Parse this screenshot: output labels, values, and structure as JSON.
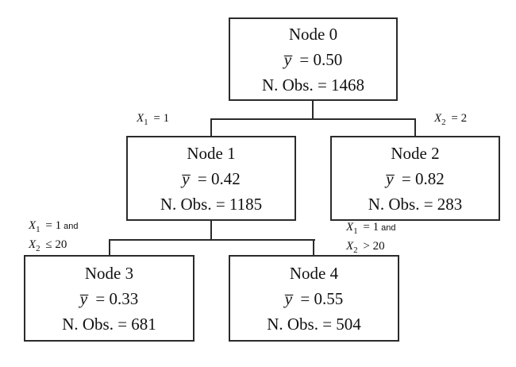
{
  "figure": {
    "type": "decision-tree",
    "background_color": "#ffffff",
    "line_color": "#2b2b2b",
    "text_color": "#111111"
  },
  "nodes": [
    {
      "title": "Node 0",
      "mean_symbol": "y̅",
      "mean_value": "= 0.50",
      "obs": "N. Obs. = 1468"
    },
    {
      "title": "Node 1",
      "mean_symbol": "y̅",
      "mean_value": "= 0.42",
      "obs": "N. Obs. = 1185"
    },
    {
      "title": "Node 2",
      "mean_symbol": "y̅",
      "mean_value": "= 0.82",
      "obs": "N. Obs. = 283"
    },
    {
      "title": "Node 3",
      "mean_symbol": "y̅",
      "mean_value": "= 0.33",
      "obs": "N. Obs. = 681"
    },
    {
      "title": "Node 4",
      "mean_symbol": "y̅",
      "mean_value": "= 0.55",
      "obs": "N. Obs. = 504"
    }
  ],
  "edge_labels": [
    {
      "target": "Node 1",
      "lines": [
        {
          "var": "X",
          "sub": "1",
          "rest": "= 1",
          "conj": ""
        }
      ]
    },
    {
      "target": "Node 2",
      "lines": [
        {
          "var": "X",
          "sub": "2",
          "rest": "= 2",
          "conj": ""
        }
      ]
    },
    {
      "target": "Node 3",
      "lines": [
        {
          "var": "X",
          "sub": "1",
          "rest": "= 1",
          "conj": "and"
        },
        {
          "var": "X",
          "sub": "2",
          "rest": "≤ 20",
          "conj": ""
        }
      ]
    },
    {
      "target": "Node 4",
      "lines": [
        {
          "var": "X",
          "sub": "1",
          "rest": "= 1",
          "conj": "and"
        },
        {
          "var": "X",
          "sub": "2",
          "rest": "> 20",
          "conj": ""
        }
      ]
    }
  ]
}
